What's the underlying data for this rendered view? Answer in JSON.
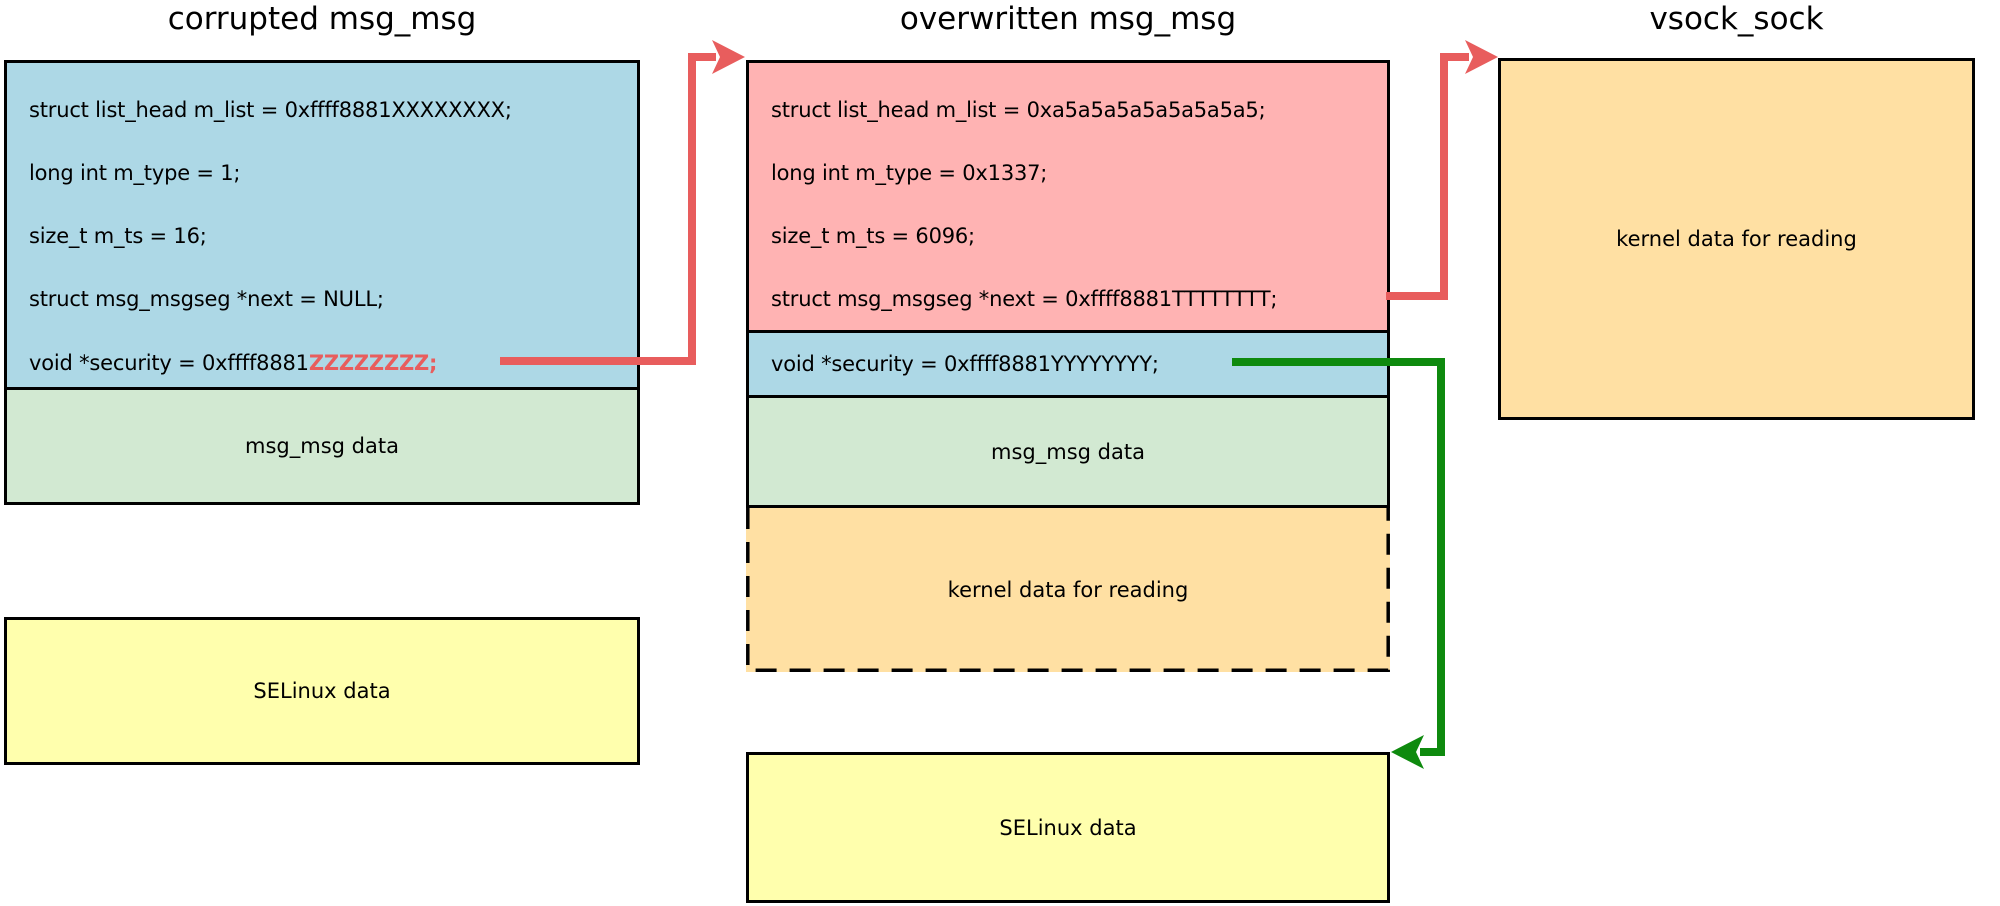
{
  "diagram": {
    "left": {
      "title": "corrupted msg_msg",
      "fields": [
        "struct list_head m_list = 0xffff8881XXXXXXXX;",
        "long int m_type = 1;",
        "size_t m_ts = 16;",
        "struct msg_msgseg *next = NULL;"
      ],
      "security_prefix": "void *security = 0xffff8881",
      "security_highlight": "ZZZZZZZZ;",
      "msg_data_label": "msg_msg data",
      "selinux_label": "SELinux data"
    },
    "middle": {
      "title": "overwritten msg_msg",
      "fields": [
        "struct list_head m_list = 0xa5a5a5a5a5a5a5a5;",
        "long int m_type = 0x1337;",
        "size_t m_ts = 6096;",
        "struct msg_msgseg *next = 0xffff8881TTTTTTTT;"
      ],
      "security_line": "void *security = 0xffff8881YYYYYYYY;",
      "msg_data_label": "msg_msg data",
      "kernel_data_label": "kernel data for reading",
      "selinux_label": "SELinux data"
    },
    "right": {
      "title": "vsock_sock",
      "kernel_data_label": "kernel data for reading"
    },
    "colors": {
      "struct_blue": "#ADD8E6",
      "overwritten_pink": "#FFB3B3",
      "msg_data_green": "#D2E9D2",
      "selinux_yellow": "#FFFFAD",
      "kernel_orange": "#FFE0A3",
      "arrow_red": "#E85D5D",
      "arrow_green": "#0E8A0E",
      "border_black": "#000000"
    }
  }
}
